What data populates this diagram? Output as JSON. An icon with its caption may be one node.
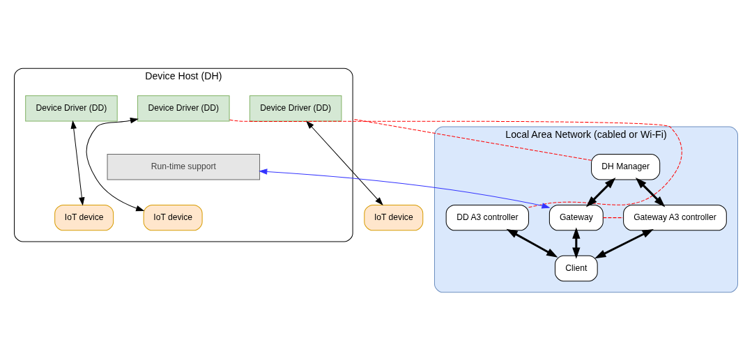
{
  "diagram": {
    "nodes": [
      {
        "text": [
          "Device Host (DH)"
        ]
      },
      {
        "text": [
          "Device Driver (DD)"
        ],
        "in": 0
      },
      {
        "text": [
          "Device Driver (DD)"
        ],
        "in": 0
      },
      {
        "text": [
          "Device Driver (DD)"
        ],
        "in": 0
      },
      {
        "text": [
          "Run-time support"
        ],
        "in": 0
      },
      {
        "text": [
          "IoT device"
        ],
        "in": 0
      },
      {
        "text": [
          "IoT device"
        ],
        "in": 0
      },
      {
        "text": [
          "IoT device"
        ]
      },
      {
        "text": [
          "Local Area Network (cabled or Wi-Fi)"
        ]
      },
      {
        "text": [
          "DH Manager"
        ],
        "in": 8
      },
      {
        "text": [
          "Gateway"
        ],
        "in": 8
      },
      {
        "text": [
          "Gateway A3 controller"
        ],
        "in": 8
      },
      {
        "text": [
          "DD A3 controller"
        ],
        "in": 8
      },
      {
        "text": [
          "Client"
        ],
        "in": 8
      }
    ],
    "edges": [
      {
        "from": 1,
        "to": 7,
        "arrow": "both"
      },
      {
        "from": 2,
        "to": 5,
        "arrow": "both"
      },
      {
        "from": 3,
        "to": 6,
        "arrow": "both"
      },
      {
        "from": 4,
        "to": 10,
        "arrow": "both",
        "color": "#3333ff"
      },
      {
        "from": 9,
        "to": 10,
        "arrow": "both",
        "style": "thick"
      },
      {
        "from": 9,
        "to": 11,
        "arrow": "both",
        "style": "thick"
      },
      {
        "from": 10,
        "to": 13,
        "arrow": "both",
        "style": "thick"
      },
      {
        "from": 11,
        "to": 13,
        "arrow": "both",
        "style": "thick"
      },
      {
        "from": 12,
        "to": 13,
        "arrow": "both",
        "style": "thick"
      },
      {
        "from": 2,
        "to": 12,
        "arrow": "none",
        "style": "dashed",
        "color": "#ff0000"
      },
      {
        "from": 9,
        "to": 0,
        "arrow": "none",
        "style": "dashed",
        "color": "#ff0000"
      },
      {
        "from": 10,
        "to": 11,
        "arrow": "none",
        "style": "dashed",
        "color": "#ff0000"
      }
    ]
  }
}
